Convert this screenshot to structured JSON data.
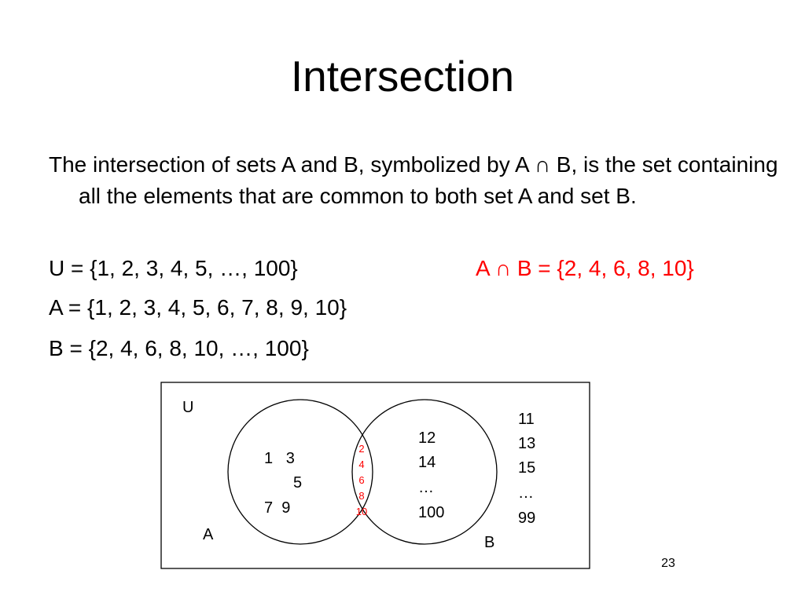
{
  "slide": {
    "title": "Intersection",
    "definition": "The intersection of sets A and B, symbolized by A ∩ B, is the set containing all the elements that are common to both set A and set B.",
    "set_u": "U = {1, 2, 3, 4, 5, …, 100}",
    "set_a": "A = {1, 2, 3, 4, 5, 6, 7, 8, 9, 10}",
    "set_b": "B = {2, 4, 6, 8, 10, …, 100}",
    "intersection": "A ∩ B = {2, 4, 6, 8, 10}",
    "page_number": "23"
  },
  "venn": {
    "universe_label": "U",
    "set_a_label": "A",
    "set_b_label": "B",
    "a_only_rows": [
      "1   3",
      "5",
      "7  9"
    ],
    "intersection_items": [
      "2",
      "4",
      "6",
      "8",
      "10"
    ],
    "b_only_items": [
      "12",
      "14",
      "…",
      "100"
    ],
    "outside_items": [
      "11",
      "13",
      "15",
      "…",
      "99"
    ]
  },
  "colors": {
    "highlight": "#ff0000",
    "text": "#000000"
  }
}
